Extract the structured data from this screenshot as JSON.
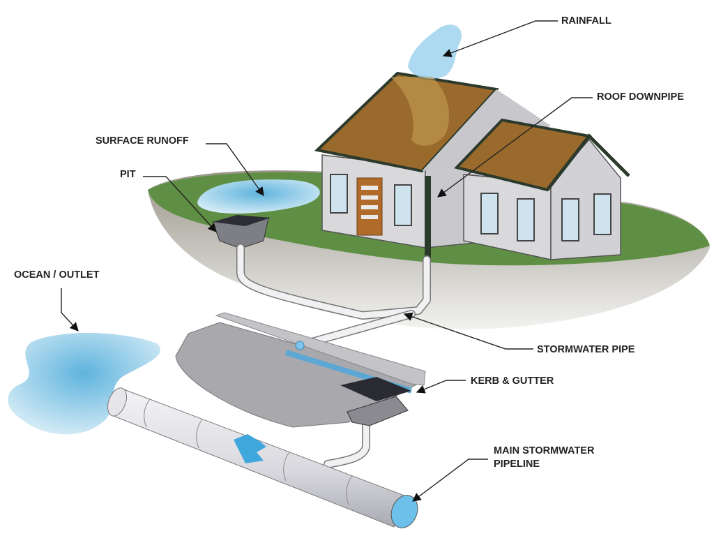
{
  "diagram": {
    "labels": {
      "rainfall": "RAINFALL",
      "roof_downpipe": "ROOF DOWNPIPE",
      "surface_runoff": "SURFACE RUNOFF",
      "pit": "PIT",
      "ocean_outlet": "OCEAN / OUTLET",
      "stormwater_pipe": "STORMWATER PIPE",
      "kerb_gutter": "KERB & GUTTER",
      "main_pipeline_line1": "MAIN STORMWATER",
      "main_pipeline_line2": "PIPELINE"
    },
    "colors": {
      "roof": "#9a6a2c",
      "grass": "#5f8f45",
      "water": "#8ecbe6",
      "wall": "#d9d9dc",
      "pipe": "#e8e8ec"
    }
  }
}
